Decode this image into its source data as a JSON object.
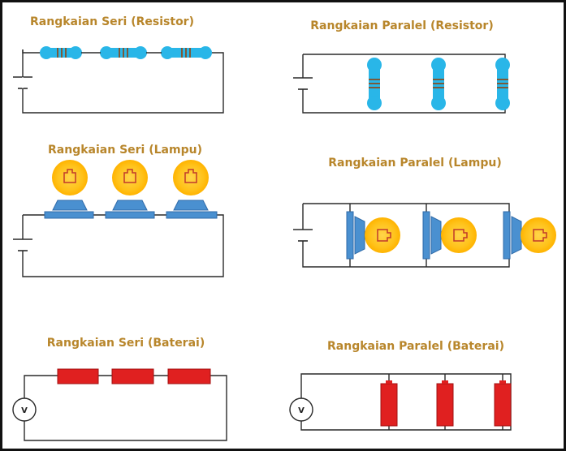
{
  "panels": {
    "series_resistor": {
      "title": "Rangkaian Seri (Resistor)"
    },
    "parallel_resistor": {
      "title": "Rangkaian Paralel (Resistor)"
    },
    "series_lamp": {
      "title": "Rangkaian Seri (Lampu)"
    },
    "parallel_lamp": {
      "title": "Rangkaian Paralel (Lampu)"
    },
    "series_battery": {
      "title": "Rangkaian Seri (Baterai)",
      "meter_label": "V"
    },
    "parallel_battery": {
      "title": "Rangkaian Paralel (Baterai)",
      "meter_label": "V"
    }
  },
  "colors": {
    "title": "#b8862b",
    "resistor": "#29b6e8",
    "resistor_band": "#7a5a3a",
    "lamp_glow": "#ffc21a",
    "lamp_base": "#4a90d0",
    "battery": "#e02020",
    "wire": "#2a2a2a"
  }
}
